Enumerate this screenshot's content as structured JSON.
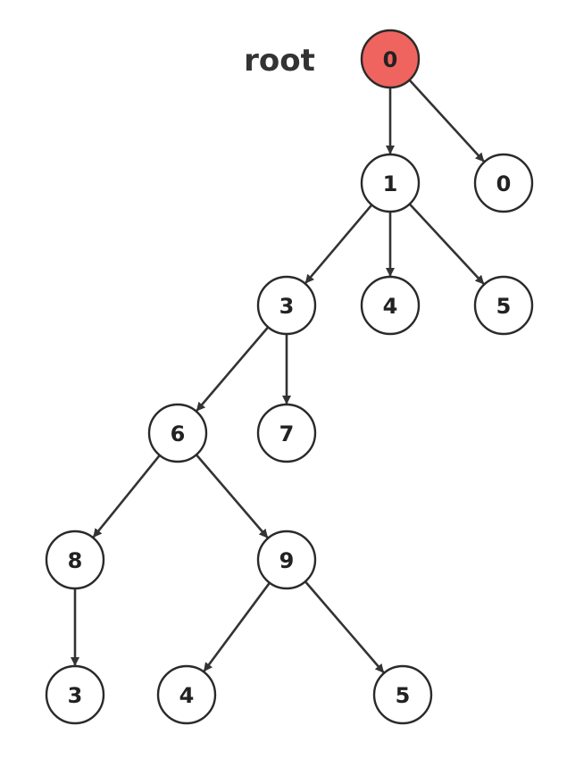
{
  "diagram": {
    "type": "tree",
    "root_caption": "root",
    "colors": {
      "root_fill": "#f0645f",
      "node_fill": "#ffffff",
      "stroke": "#2a2a2a",
      "edge": "#333333"
    },
    "nodes": [
      {
        "id": "n0",
        "label": "0",
        "root": true
      },
      {
        "id": "n1",
        "label": "1"
      },
      {
        "id": "n2",
        "label": "0"
      },
      {
        "id": "n3",
        "label": "3"
      },
      {
        "id": "n4",
        "label": "4"
      },
      {
        "id": "n5",
        "label": "5"
      },
      {
        "id": "n6",
        "label": "6"
      },
      {
        "id": "n7",
        "label": "7"
      },
      {
        "id": "n8",
        "label": "8"
      },
      {
        "id": "n9",
        "label": "9"
      },
      {
        "id": "n10",
        "label": "3"
      },
      {
        "id": "n11",
        "label": "4"
      },
      {
        "id": "n12",
        "label": "5"
      }
    ],
    "edges": [
      {
        "from": "n0",
        "to": "n1"
      },
      {
        "from": "n0",
        "to": "n2"
      },
      {
        "from": "n1",
        "to": "n3"
      },
      {
        "from": "n1",
        "to": "n4"
      },
      {
        "from": "n1",
        "to": "n5"
      },
      {
        "from": "n3",
        "to": "n6"
      },
      {
        "from": "n3",
        "to": "n7"
      },
      {
        "from": "n6",
        "to": "n8"
      },
      {
        "from": "n6",
        "to": "n9"
      },
      {
        "from": "n8",
        "to": "n10"
      },
      {
        "from": "n9",
        "to": "n11"
      },
      {
        "from": "n9",
        "to": "n12"
      }
    ]
  }
}
